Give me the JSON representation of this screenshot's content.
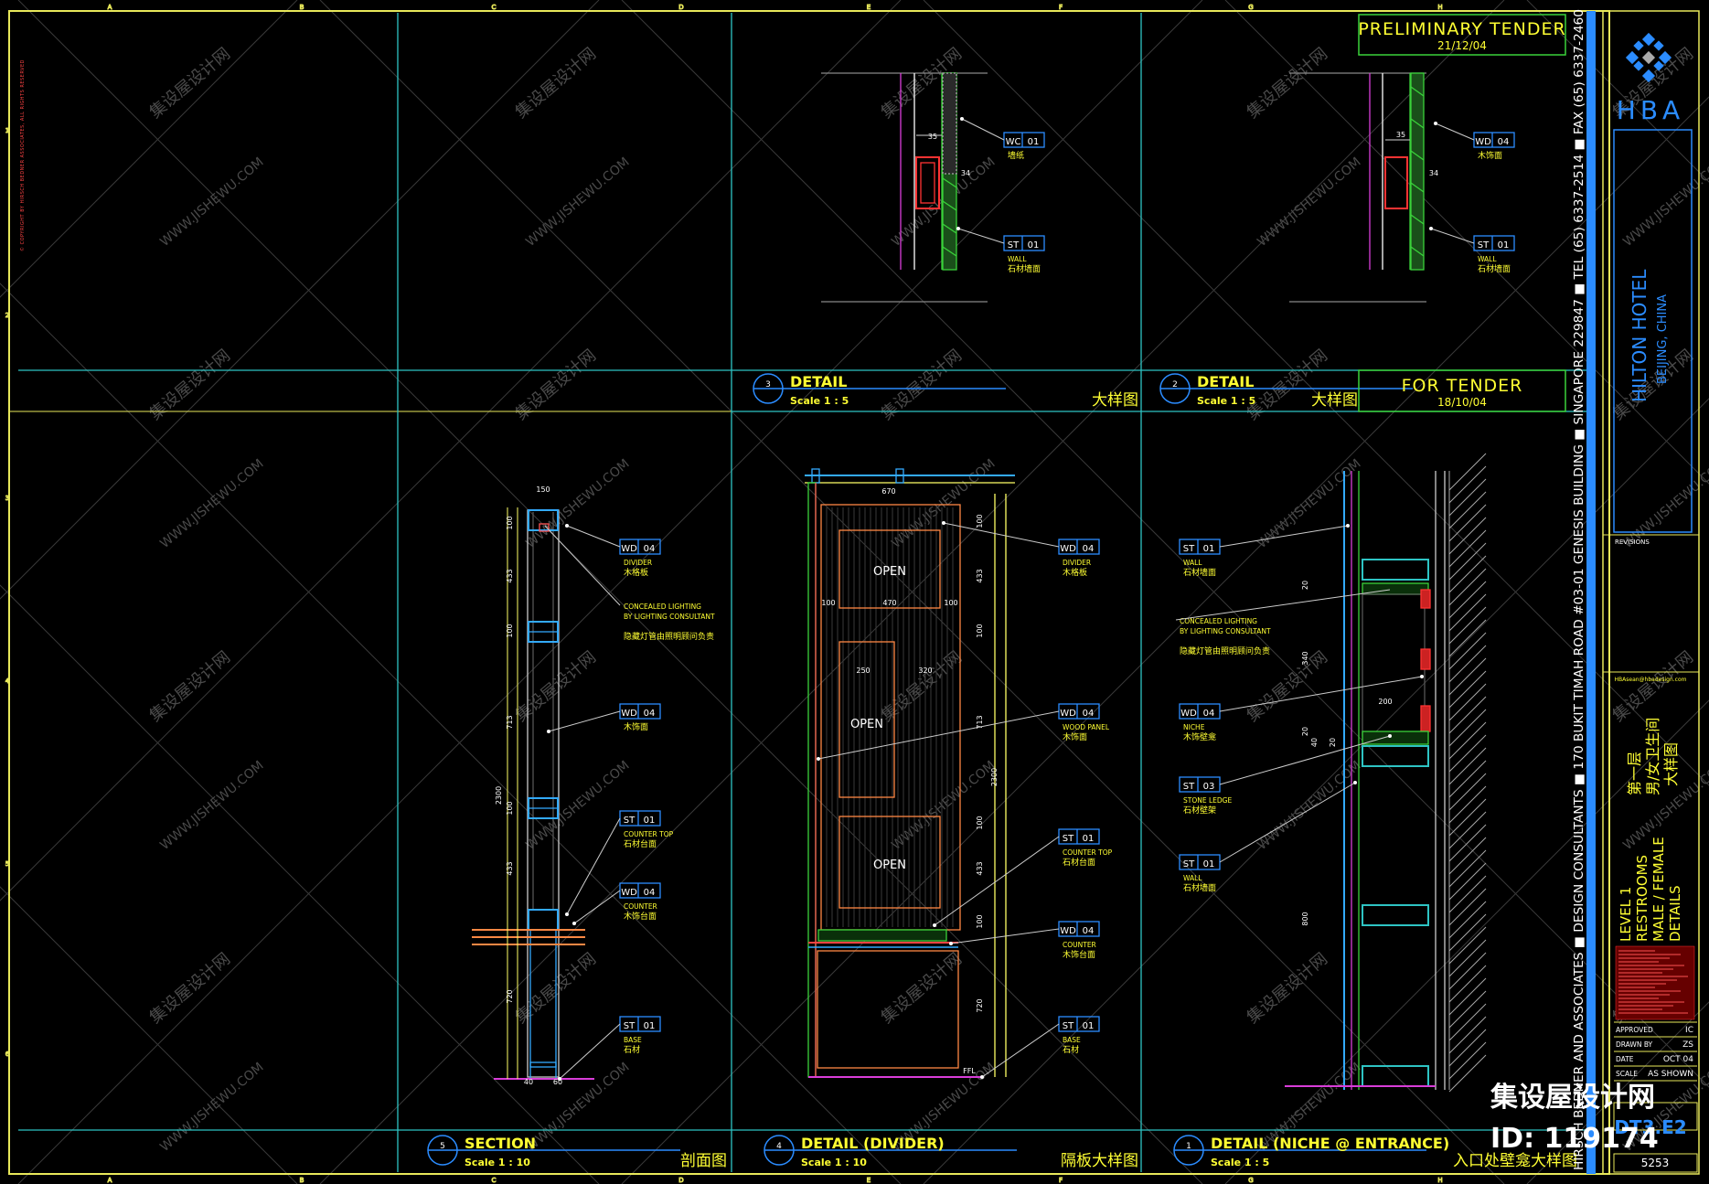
{
  "stamps": {
    "preliminary": {
      "title": "PRELIMINARY TENDER",
      "date": "21/12/04"
    },
    "tender": {
      "title": "FOR TENDER",
      "date": "18/10/04"
    }
  },
  "views": [
    {
      "id": "detail3",
      "num": "3",
      "title": "DETAIL",
      "scale": "Scale 1 : 5",
      "cn": "大样图"
    },
    {
      "id": "detail2",
      "num": "2",
      "title": "DETAIL",
      "scale": "Scale 1 : 5",
      "cn": "大样图"
    },
    {
      "id": "section5",
      "num": "5",
      "title": "SECTION",
      "scale": "Scale 1 : 10",
      "cn": "剖面图"
    },
    {
      "id": "divider4",
      "num": "4",
      "title": "DETAIL (DIVIDER)",
      "scale": "Scale 1 : 10",
      "cn": "隔板大样图"
    },
    {
      "id": "niche1",
      "num": "1",
      "title": "DETAIL (NICHE @ ENTRANCE)",
      "scale": "Scale 1 : 5",
      "cn": "入口处壁龛大样图"
    }
  ],
  "firm_line": "HIRSCH BEDNER AND ASSOCIATES ■ DESIGN CONSULTANTS ■ 170 BUKIT TIMAH ROAD #03-01 GENESIS BUILDING ■ SINGAPORE 229847 ■ TEL (65) 6337-2514 ■ FAX (65) 6337-2460",
  "title_block": {
    "logo": "HBA",
    "project": "HILTON HOTEL",
    "location": "BEIJING, CHINA",
    "revisions": "REVISIONS",
    "email": "HBAsean@hbadesign.com",
    "level": "LEVEL 1",
    "room": "RESTROOMS",
    "gender": "MALE / FEMALE",
    "type": "DETAILS",
    "cn1": "第一层",
    "cn2": "男/女卫生间",
    "cn3": "大样图",
    "approved": "APPROVED",
    "approved_v": "IC",
    "drawn": "DRAWN BY",
    "drawn_v": "ZS",
    "date": "DATE",
    "date_v": "OCT 04",
    "scale": "SCALE",
    "scale_v": "AS SHOWN",
    "sheet": "DT3.E2",
    "job": "5253"
  },
  "copyright": "© COPYRIGHT BY HIRSCH BEDNER ASSOCIATES, ALL RIGHTS RESERVED",
  "watermark": {
    "site": "集设屋设计网",
    "id": "ID: 119174",
    "cn": "集设屋设计网",
    "url": "WWW.JISHEWU.COM"
  },
  "grid": {
    "cols": [
      "A",
      "B",
      "C",
      "D",
      "E",
      "F",
      "G",
      "H"
    ],
    "rows": [
      "1",
      "2",
      "3",
      "4",
      "5",
      "6"
    ]
  },
  "tags": [
    {
      "code": "WC",
      "num": "01",
      "en": "",
      "cn": "墙纸"
    },
    {
      "code": "ST",
      "num": "01",
      "en": "WALL",
      "cn": "石材墙面"
    },
    {
      "code": "WD",
      "num": "04",
      "en": "",
      "cn": "木饰面"
    },
    {
      "code": "ST",
      "num": "01",
      "en": "WALL",
      "cn": "石材墙面"
    },
    {
      "code": "WD",
      "num": "04",
      "en": "DIVIDER",
      "cn": "木格板"
    },
    {
      "code": "",
      "num": "",
      "en": "CONCEALED LIGHTING BY LIGHTING CONSULTANT",
      "cn": "隐藏灯管由照明顾问负责"
    },
    {
      "code": "WD",
      "num": "04",
      "en": "",
      "cn": "木饰面"
    },
    {
      "code": "ST",
      "num": "01",
      "en": "COUNTER TOP",
      "cn": "石材台面"
    },
    {
      "code": "WD",
      "num": "04",
      "en": "COUNTER",
      "cn": "木饰台面"
    },
    {
      "code": "ST",
      "num": "01",
      "en": "BASE",
      "cn": "石材"
    },
    {
      "code": "WD",
      "num": "04",
      "en": "DIVIDER",
      "cn": "木格板"
    },
    {
      "code": "WD",
      "num": "04",
      "en": "WOOD PANEL",
      "cn": "木饰面"
    },
    {
      "code": "ST",
      "num": "01",
      "en": "COUNTER TOP",
      "cn": "石材台面"
    },
    {
      "code": "WD",
      "num": "04",
      "en": "COUNTER",
      "cn": "木饰台面"
    },
    {
      "code": "ST",
      "num": "01",
      "en": "BASE",
      "cn": "石材"
    },
    {
      "code": "ST",
      "num": "01",
      "en": "WALL",
      "cn": "石材墙面"
    },
    {
      "code": "",
      "num": "",
      "en": "CONCEALED LIGHTING BY LIGHTING CONSULTANT",
      "cn": "隐藏灯管由照明顾问负责"
    },
    {
      "code": "WD",
      "num": "04",
      "en": "NICHE",
      "cn": "木饰壁龛"
    },
    {
      "code": "ST",
      "num": "03",
      "en": "STONE LEDGE",
      "cn": "石材壁架"
    },
    {
      "code": "ST",
      "num": "01",
      "en": "WALL",
      "cn": "石材墙面"
    }
  ],
  "open_label": "OPEN",
  "dims": {
    "d3": [
      "35",
      "34"
    ],
    "d2": [
      "35",
      "34"
    ],
    "sec": [
      "150",
      "100",
      "433",
      "100",
      "713",
      "2300",
      "100",
      "433",
      "720",
      "40",
      "60"
    ],
    "div": [
      "670",
      "100",
      "470",
      "100",
      "250",
      "320",
      "100",
      "433",
      "100",
      "713",
      "2300",
      "100",
      "433",
      "100",
      "720",
      "FFL"
    ],
    "niche": [
      "20",
      "340",
      "20",
      "200",
      "40",
      "20",
      "800"
    ]
  }
}
